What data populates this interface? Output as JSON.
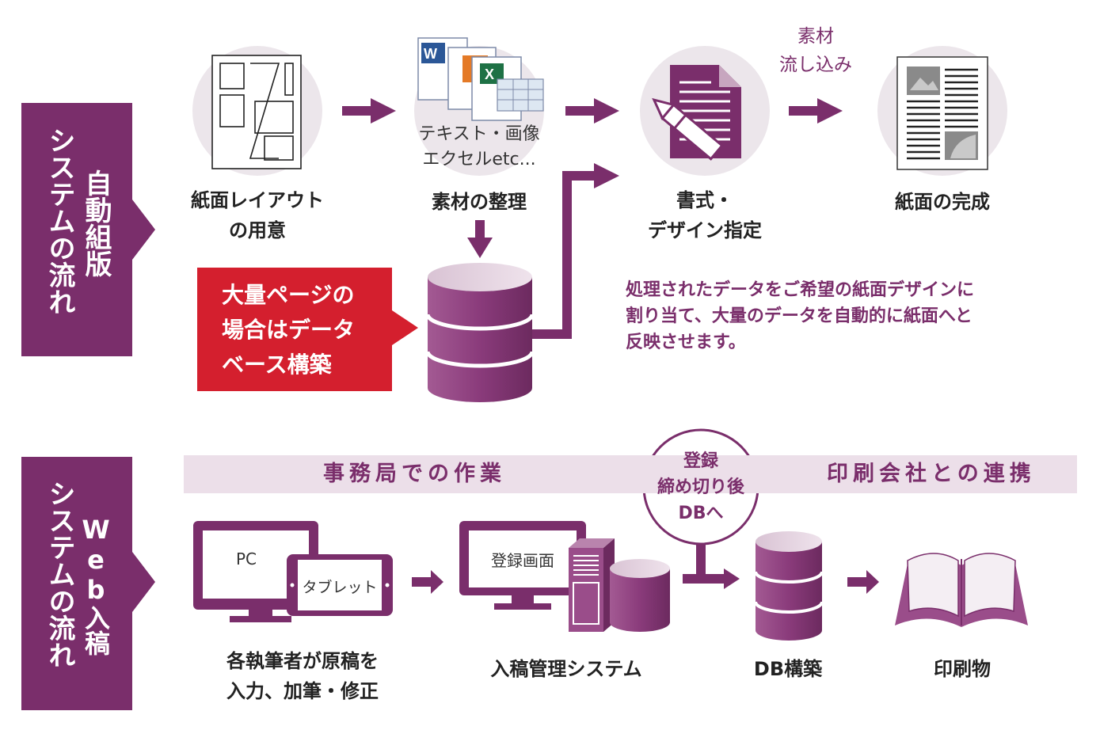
{
  "section_auto": {
    "label_a": "システムの流れ",
    "label_b": "自動組版",
    "steps": [
      {
        "caption": "紙面レイアウト\nの用意"
      },
      {
        "sub": "テキスト・画像\nエクセルetc...",
        "caption": "素材の整理"
      },
      {
        "caption": "書式・\nデザイン指定"
      },
      {
        "caption": "紙面の完成"
      }
    ],
    "arrow_label": "素材\n流し込み",
    "db_note": "大量ページの\n場合はデータ\nベース構築",
    "description": "処理されたデータをご希望の紙面デザインに\n割り当て、大量のデータを自動的に紙面へと\n反映させます。"
  },
  "section_web": {
    "label_a": "システムの流れ",
    "label_b": "Web入稿",
    "band_left": "事務局での作業",
    "band_right": "印刷会社との連携",
    "circle": "登録\n締め切り後\nDBへ",
    "pc_label": "PC",
    "tablet_label": "タブレット",
    "register_screen": "登録画面",
    "steps": [
      {
        "caption": "各執筆者が原稿を\n入力、加筆・修正"
      },
      {
        "caption": "入稿管理システム"
      },
      {
        "caption": "DB構築"
      },
      {
        "caption": "印刷物"
      }
    ]
  },
  "colors": {
    "purple": "#7a2e6b",
    "light_purple": "#ecdfe9",
    "red": "#d41f2e",
    "circle_bg": "#ece6eb"
  },
  "icons": [
    "layout-sheet-icon",
    "office-documents-icon",
    "document-pencil-icon",
    "newspaper-icon",
    "database-icon",
    "monitor-icon",
    "tablet-icon",
    "server-icon",
    "open-book-icon"
  ]
}
